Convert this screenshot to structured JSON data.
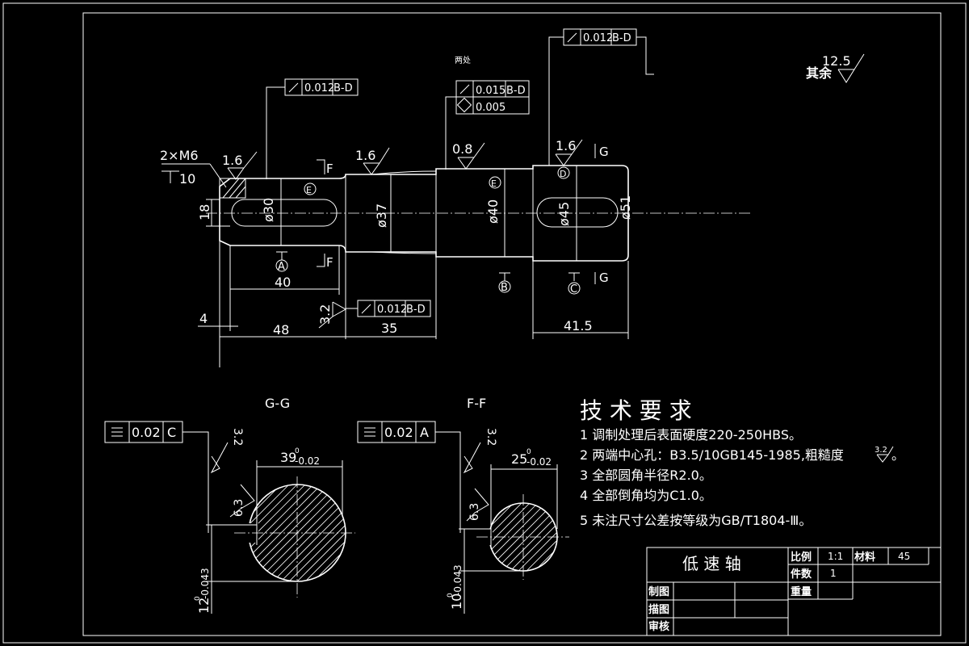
{
  "drawing": {
    "title_block": {
      "part_name": "低 速 轴",
      "scale_label": "比例",
      "scale_value": "1:1",
      "material_label": "材料",
      "material_value": "45",
      "qty_label": "件数",
      "qty_value": "1",
      "weight_label": "重量",
      "drawn_label": "制图",
      "traced_label": "描图",
      "checked_label": "审核"
    },
    "tech_req": {
      "heading": "技 术 要 求",
      "items": [
        "1 调制处理后表面硬度220-250HBS。",
        "2 两端中心孔：B3.5/10GB145-1985,粗糙度",
        "3 全部圆角半径R2.0。",
        "4 全部倒角均为C1.0。",
        "5 未注尺寸公差按等级为GB/T1804-Ⅲ。"
      ],
      "item2_roughness": "3.2",
      "item2_end": "。"
    },
    "sections": {
      "gg": {
        "label": "G-G",
        "tolerance_value": "0.02",
        "datum": "C",
        "roughness_top": "3.2",
        "roughness_side": "6.3",
        "width_dim": "39",
        "width_upper": "0",
        "width_lower": "-0.02",
        "depth_dim": "12",
        "depth_upper": "0",
        "depth_lower": "-0.043"
      },
      "ff": {
        "label": "F-F",
        "tolerance_value": "0.02",
        "datum": "A",
        "roughness_top": "3.2",
        "roughness_side": "6.3",
        "width_dim": "25",
        "width_upper": "0",
        "width_lower": "-0.02",
        "depth_dim": "10",
        "depth_upper": "0",
        "depth_lower": "-0.043"
      }
    },
    "shaft": {
      "thread_note": "2×M6",
      "thread_depth": "10",
      "diameters": [
        "ø30",
        "ø37",
        "ø40",
        "ø45",
        "ø51"
      ],
      "lengths": {
        "key1": "40",
        "chamfer": "4",
        "seg1": "48",
        "seg2": "35",
        "seg5": "41.5",
        "keywidth": "18"
      },
      "roughness": [
        "1.6",
        "1.6",
        "0.8",
        "1.6",
        "3.2"
      ],
      "other_roughness_label": "其余",
      "other_roughness_value": "12.5",
      "both_places": "两处",
      "runouts": [
        {
          "value": "0.012",
          "datum": "B-D"
        },
        {
          "value": "0.015",
          "datum": "B-D"
        },
        {
          "value": "0.005",
          "datum": ""
        },
        {
          "value": "0.012",
          "datum": "B-D"
        },
        {
          "value": "0.012",
          "datum": "B-D"
        }
      ],
      "datum_labels": [
        "A",
        "B",
        "C",
        "D",
        "E",
        "E"
      ],
      "section_marks": [
        "F",
        "F",
        "G",
        "G"
      ]
    }
  }
}
